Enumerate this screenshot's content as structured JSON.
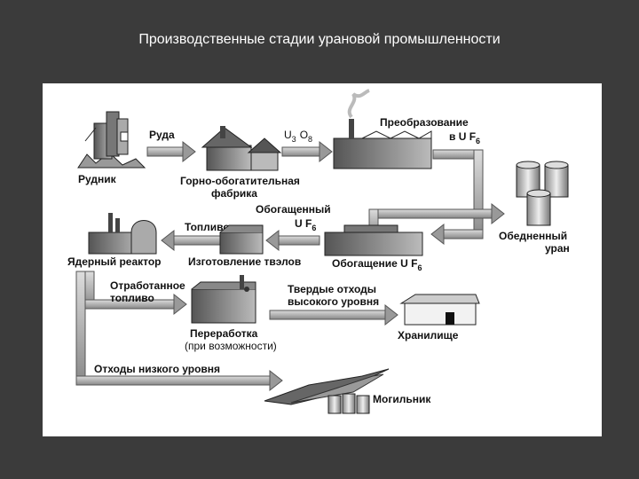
{
  "title": "Производственные стадии урановой промышленности",
  "labels": {
    "mine": "Рудник",
    "ore": "Руда",
    "mill_line1": "Горно-обогатительная",
    "mill_line2": "фабрика",
    "u3o8_u": "U",
    "u3o8_3": "3",
    "u3o8_o": "O",
    "u3o8_8": "8",
    "conversion_line1": "Преобразование",
    "conversion_line2": "в U F",
    "conversion_sub": "6",
    "depleted_line1": "Обедненный",
    "depleted_line2": "уран",
    "enriched_line1": "Обогащенный",
    "enriched_line2": "U F",
    "enriched_sub": "6",
    "fuel": "Топливо",
    "reactor": "Ядерный реактор",
    "fabrication": "Изготовление твэлов",
    "enrichment": "Обогащение U F",
    "enrichment_sub": "6",
    "spent_line1": "Отработанное",
    "spent_line2": "топливо",
    "hlw_line1": "Твердые отходы",
    "hlw_line2": "высокого уровня",
    "reprocessing_line1": "Переработка",
    "reprocessing_line2": "(при возможности)",
    "storage": "Хранилище",
    "llw": "Отходы низкого уровня",
    "burial": "Могильник"
  }
}
